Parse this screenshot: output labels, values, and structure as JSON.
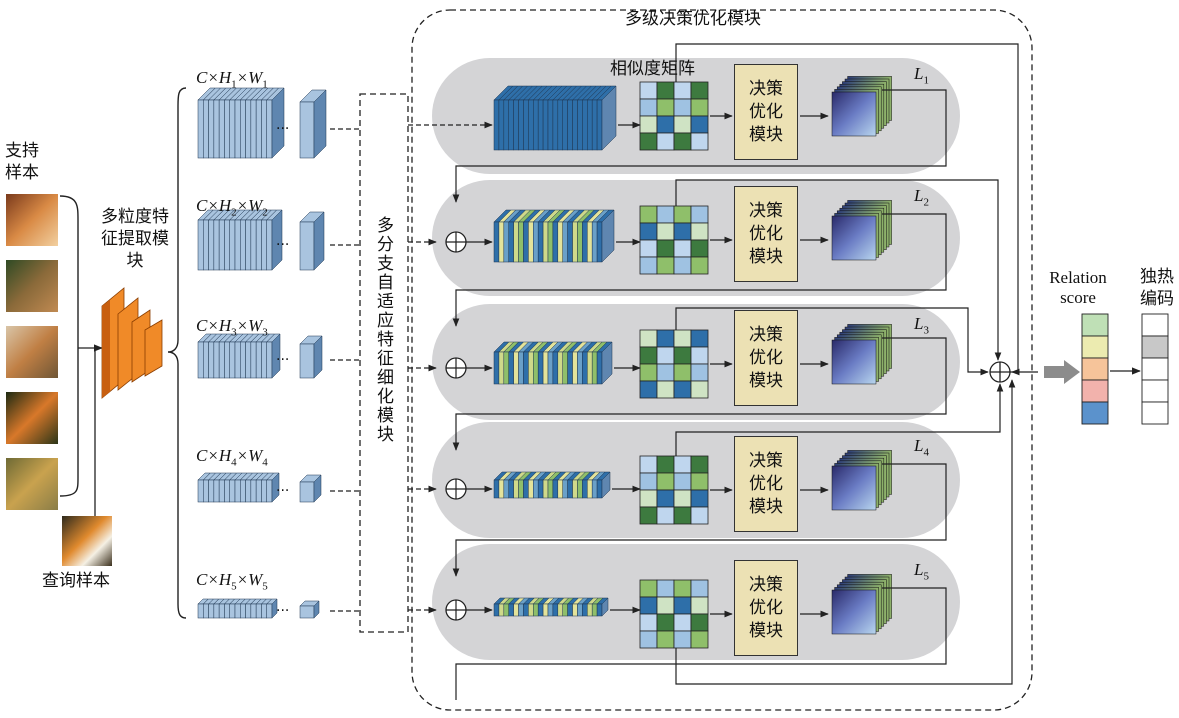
{
  "labels": {
    "support_samples": "支持样本",
    "query_sample": "查询样本",
    "multi_granularity_module": "多粒度特征提取模块",
    "multi_branch_module": "多分支自适应特征细化模块",
    "multi_level_module": "多级决策优化模块",
    "similarity_matrix": "相似度矩阵",
    "decision_module": "决策优化模块",
    "relation_score": "Relation score",
    "one_hot": "独热编码"
  },
  "branches": [
    {
      "c": "C",
      "h": "H",
      "w": "W",
      "sub": "1",
      "loss": "L",
      "loss_sub": "1"
    },
    {
      "c": "C",
      "h": "H",
      "w": "W",
      "sub": "2",
      "loss": "L",
      "loss_sub": "2"
    },
    {
      "c": "C",
      "h": "H",
      "w": "W",
      "sub": "3",
      "loss": "L",
      "loss_sub": "3"
    },
    {
      "c": "C",
      "h": "H",
      "w": "W",
      "sub": "4",
      "loss": "L",
      "loss_sub": "4"
    },
    {
      "c": "C",
      "h": "H",
      "w": "W",
      "sub": "5",
      "loss": "L",
      "loss_sub": "5"
    }
  ],
  "icons": {
    "support_images": [
      "kitten-image",
      "fox-image",
      "fox-cub-image",
      "tiger-image",
      "duckling-image"
    ],
    "query_image": "tiger-face-image"
  },
  "colors": {
    "panel": "#d4d4d6",
    "decision_box": "#ece1b4",
    "feature_light": "#a9c4df",
    "feature_dark": "#2e6fa9",
    "score_cells": [
      "#bfe0b6",
      "#ecebb0",
      "#f6c49a",
      "#f2b2ac",
      "#5b92cc"
    ],
    "onehot_active": "#c8c8c8"
  }
}
